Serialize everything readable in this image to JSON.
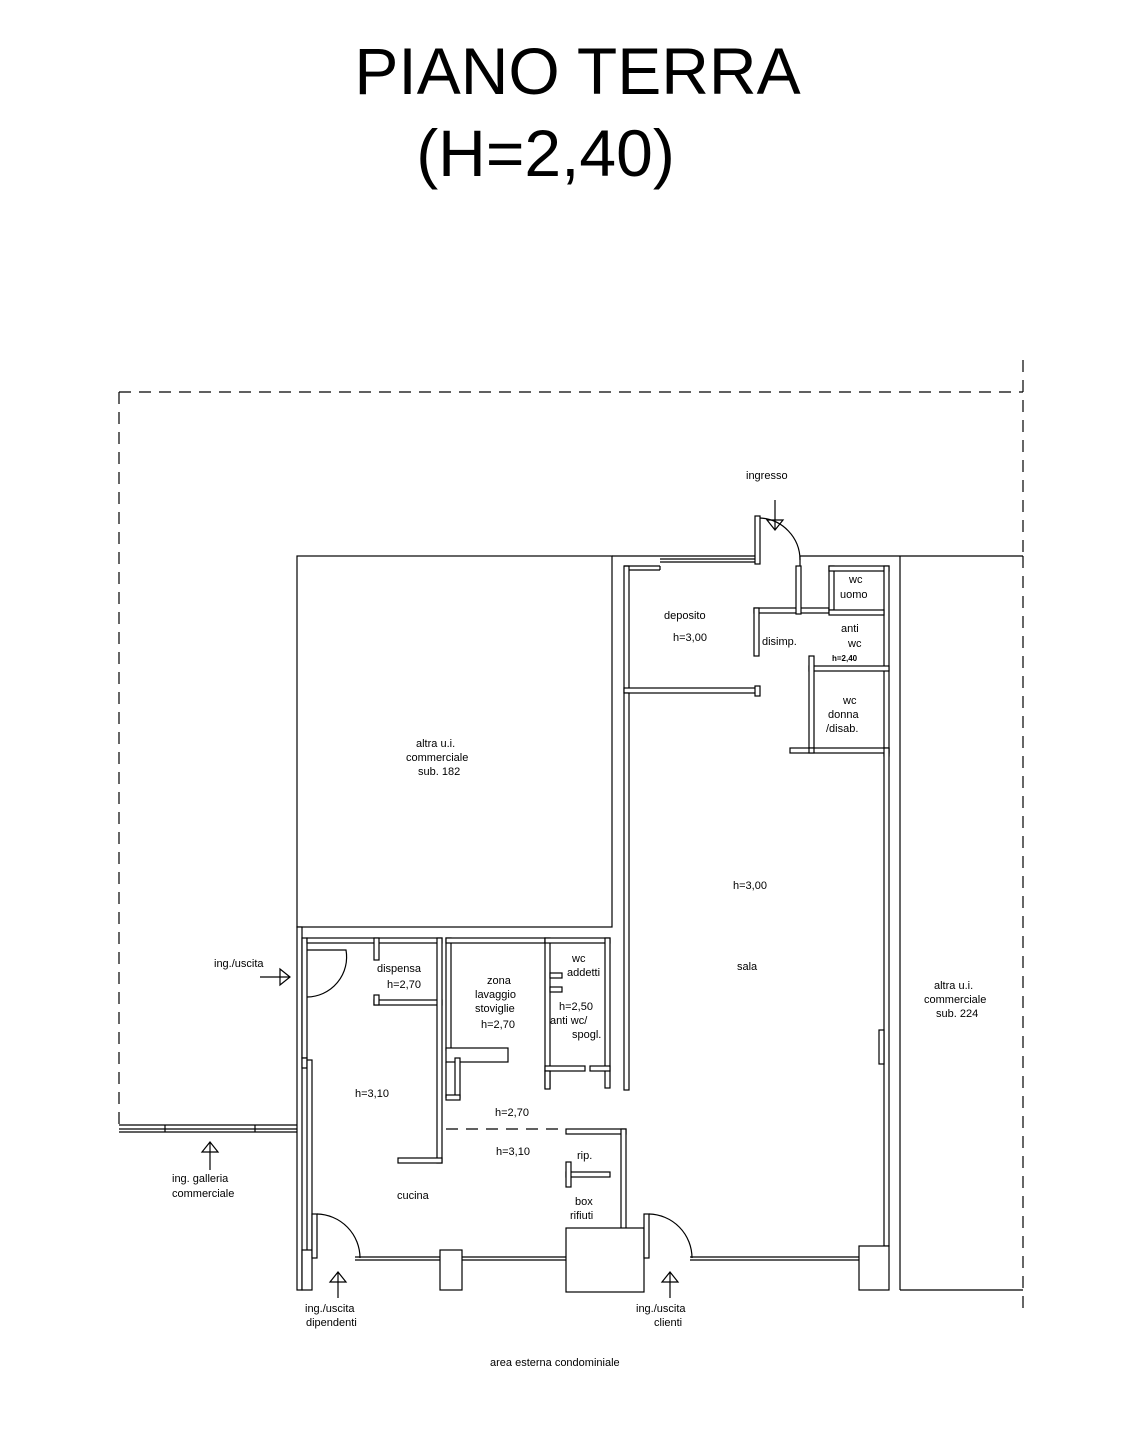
{
  "title": {
    "line1": "PIANO TERRA",
    "line2": "(H=2,40)"
  },
  "labels": {
    "ingresso": "ingresso",
    "deposito": "deposito",
    "deposito_h": "h=3,00",
    "disimp": "disimp.",
    "wc_uomo_1": "wc",
    "wc_uomo_2": "uomo",
    "anti_wc_1": "anti",
    "anti_wc_2": "wc",
    "anti_wc_h": "h=2,40",
    "wc_donna_1": "wc",
    "wc_donna_2": "donna",
    "wc_donna_3": "/disab.",
    "sub182_1": "altra u.i.",
    "sub182_2": "commerciale",
    "sub182_3": "sub. 182",
    "sala_h": "h=3,00",
    "sala": "sala",
    "sub224_1": "altra u.i.",
    "sub224_2": "commerciale",
    "sub224_3": "sub. 224",
    "ing_uscita": "ing./uscita",
    "dispensa": "dispensa",
    "dispensa_h": "h=2,70",
    "zona_1": "zona",
    "zona_2": "lavaggio",
    "zona_3": "stoviglie",
    "zona_h": "h=2,70",
    "wc_addetti_1": "wc",
    "wc_addetti_2": "addetti",
    "anti_spogl_h": "h=2,50",
    "anti_spogl_1": "anti wc/",
    "anti_spogl_2": "spogl.",
    "cucina_h": "h=3,10",
    "corridoio_h1": "h=2,70",
    "corridoio_h2": "h=3,10",
    "rip": "rip.",
    "box_1": "box",
    "box_2": "rifiuti",
    "cucina": "cucina",
    "galleria_1": "ing. galleria",
    "galleria_2": "commerciale",
    "dipendenti_1": "ing./uscita",
    "dipendenti_2": "dipendenti",
    "clienti_1": "ing./uscita",
    "clienti_2": "clienti",
    "area_esterna": "area esterna condominiale"
  }
}
